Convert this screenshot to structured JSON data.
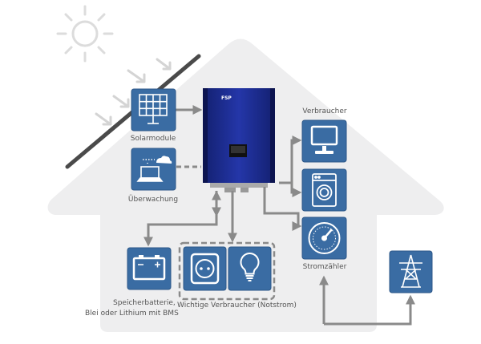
{
  "colors": {
    "tile": "#3a6ca3",
    "tile_border": "#2c5788",
    "arrow": "#8a8a8a",
    "house": "#eeeeef",
    "inverter": "#1c2a8c",
    "sun": "#dcdcdc"
  },
  "labels": {
    "solar": "Solarmodule",
    "monitoring": "Überwachung",
    "consumers": "Verbraucher",
    "meter": "Stromzähler",
    "battery_line1": "Speicherbatterie,",
    "battery_line2": "Blei oder Lithium mit BMS",
    "important": "Wichtige Verbraucher (Notstrom)",
    "inverter_brand": "FSP"
  },
  "icons": {
    "solar": "solar-panel-icon",
    "monitoring": "laptop-cloud-icon",
    "tv": "monitor-icon",
    "washer": "washing-machine-icon",
    "meter": "gauge-icon",
    "battery": "battery-icon",
    "socket": "power-socket-icon",
    "bulb": "light-bulb-icon",
    "grid": "power-pylon-icon"
  }
}
